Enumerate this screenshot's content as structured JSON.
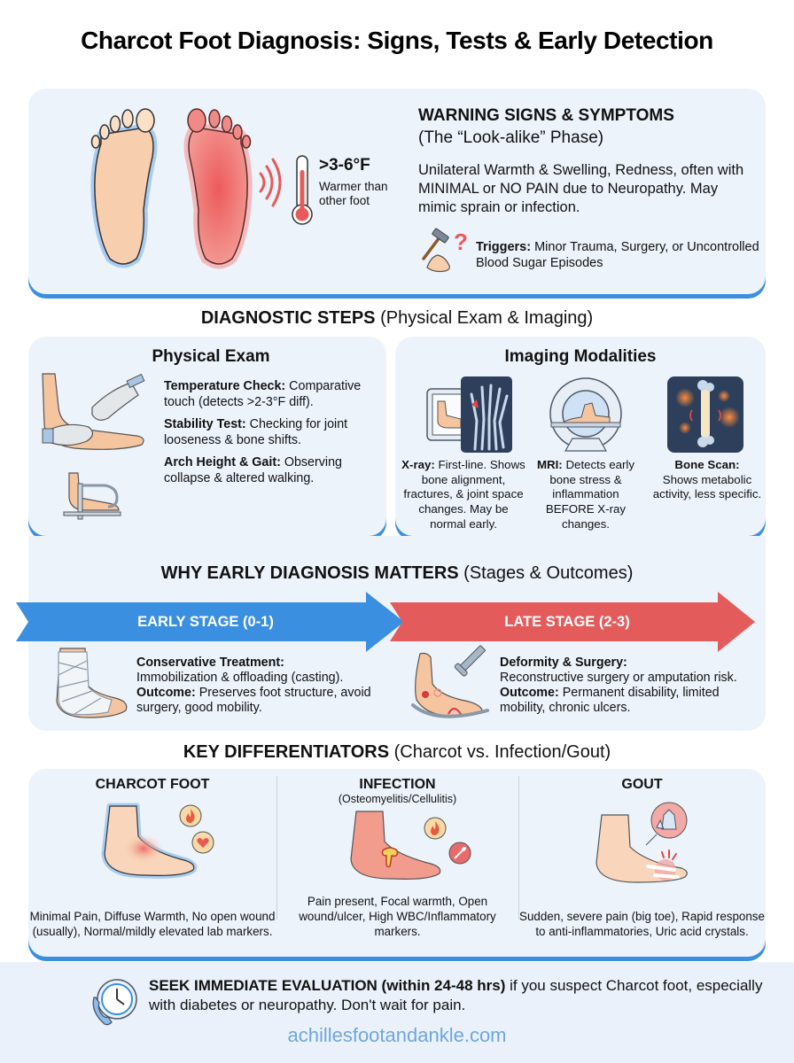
{
  "title": "Charcot Foot Diagnosis: Signs, Tests & Early Detection",
  "warning": {
    "heading": "WARNING SIGNS & SYMPTOMS",
    "subheading": "(The “Look-alike” Phase)",
    "body": "Unilateral Warmth & Swelling, Redness, often with MINIMAL or NO PAIN due to Neuropathy. May mimic sprain or infection.",
    "temperature_value": ">3-6°F",
    "temperature_note": "Warmer than other foot",
    "triggers_label": "Triggers:",
    "triggers_text": " Minor Trauma, Surgery, or Uncontrolled Blood Sugar Episodes",
    "icons": [
      "normal-foot-icon",
      "warm-foot-icon",
      "heat-waves-icon",
      "thermometer-icon",
      "hammer-icon",
      "question-mark-icon"
    ]
  },
  "diagnostic": {
    "heading_bold": "DIAGNOSTIC STEPS",
    "heading_rest": " (Physical Exam & Imaging)",
    "physical_exam": {
      "title": "Physical Exam",
      "items": [
        {
          "label": "Temperature Check:",
          "text": " Comparative touch (detects >2-3°F diff)."
        },
        {
          "label": "Stability Test:",
          "text": " Checking for joint looseness & bone shifts."
        },
        {
          "label": "Arch Height & Gait:",
          "text": " Observing collapse & altered walking."
        }
      ]
    },
    "imaging": {
      "title": "Imaging Modalities",
      "modalities": [
        {
          "label": "X-ray:",
          "text": " First-line. Shows bone alignment, fractures, & joint space changes. May be normal early."
        },
        {
          "label": "MRI:",
          "text": " Detects early bone stress & inflammation BEFORE X-ray changes."
        },
        {
          "label": "Bone Scan:",
          "text": " Shows metabolic activity, less specific."
        }
      ]
    }
  },
  "stages": {
    "heading_bold": "WHY EARLY DIAGNOSIS MATTERS",
    "heading_rest": " (Stages & Outcomes)",
    "early": {
      "arrow_label": "EARLY STAGE (0-1)",
      "color": "#3b8fe0",
      "treatment_label": "Conservative Treatment:",
      "treatment_text": "Immobilization & offloading (casting).",
      "outcome_label": "Outcome:",
      "outcome_text": " Preserves foot structure, avoid surgery, good mobility."
    },
    "late": {
      "arrow_label": "LATE STAGE (2-3)",
      "color": "#e45b5b",
      "treatment_label": "Deformity & Surgery:",
      "treatment_text": "Reconstructive surgery or amputation risk.",
      "outcome_label": "Outcome:",
      "outcome_text": " Permanent disability, limited mobility, chronic ulcers."
    }
  },
  "differentiators": {
    "heading_bold": "KEY DIFFERENTIATORS",
    "heading_rest": " (Charcot vs. Infection/Gout)",
    "columns": [
      {
        "title": "CHARCOT FOOT",
        "subtitle": "",
        "text": "Minimal Pain, Diffuse Warmth, No open wound (usually), Normal/mildly elevated lab markers."
      },
      {
        "title": "INFECTION",
        "subtitle": "(Osteomyelitis/Cellulitis)",
        "text": "Pain present, Focal warmth, Open wound/ulcer, High WBC/Inflammatory markers."
      },
      {
        "title": "GOUT",
        "subtitle": "",
        "text": "Sudden, severe pain (big toe), Rapid response to anti-inflammatories, Uric acid crystals."
      }
    ]
  },
  "footer": {
    "alert_bold": "SEEK IMMEDIATE EVALUATION (within 24-48 hrs)",
    "alert_text": " if you suspect Charcot foot, especially with diabetes or neuropathy. Don't wait for pain.",
    "website": "achillesfootandankle.com"
  },
  "colors": {
    "card_bg": "#edf3fb",
    "accent_blue": "#3b8fe0",
    "accent_red": "#e45b5b",
    "skin": "#f8cfae",
    "url_blue": "#6fa6dc"
  }
}
